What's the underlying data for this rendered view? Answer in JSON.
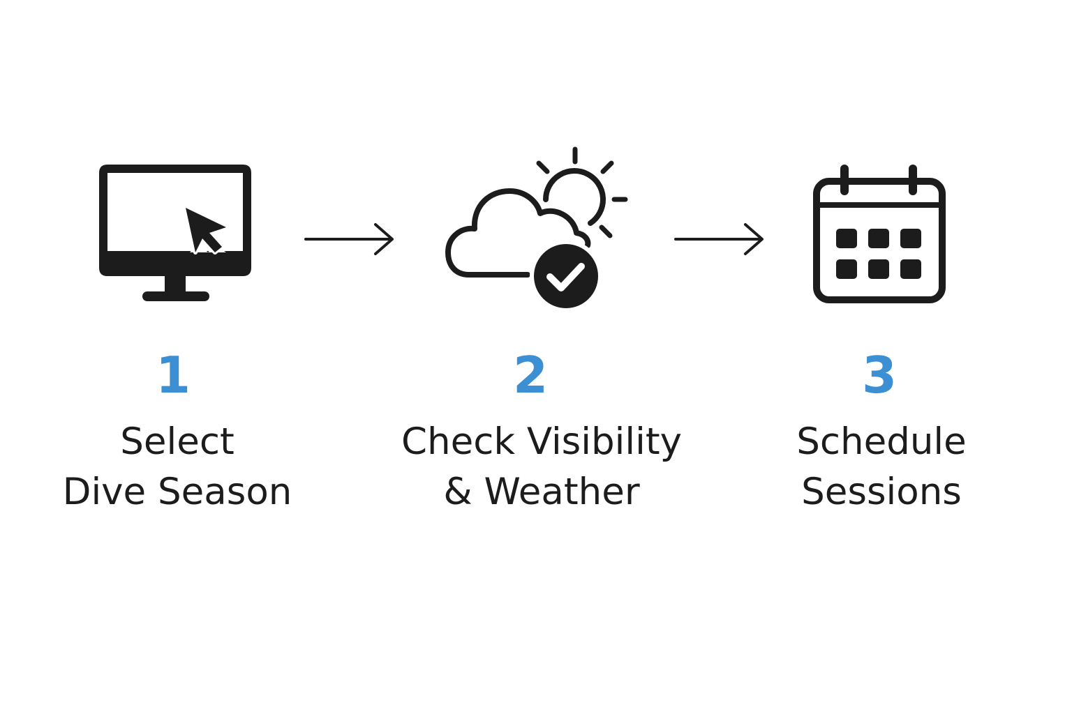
{
  "colors": {
    "ink": "#1c1c1c",
    "accent": "#3d8fd4",
    "background": "#ffffff"
  },
  "steps": [
    {
      "number": "1",
      "label_line1": "Select",
      "label_line2": "Dive Season",
      "icon": "computer-monitor-cursor-icon"
    },
    {
      "number": "2",
      "label_line1": "Check Visibility",
      "label_line2": "& Weather",
      "icon": "cloud-sun-check-icon"
    },
    {
      "number": "3",
      "label_line1": "Schedule",
      "label_line2": "Sessions",
      "icon": "calendar-icon"
    }
  ],
  "connectors": [
    {
      "from": "1",
      "to": "2",
      "icon": "arrow-right-icon"
    },
    {
      "from": "2",
      "to": "3",
      "icon": "arrow-right-icon"
    }
  ]
}
